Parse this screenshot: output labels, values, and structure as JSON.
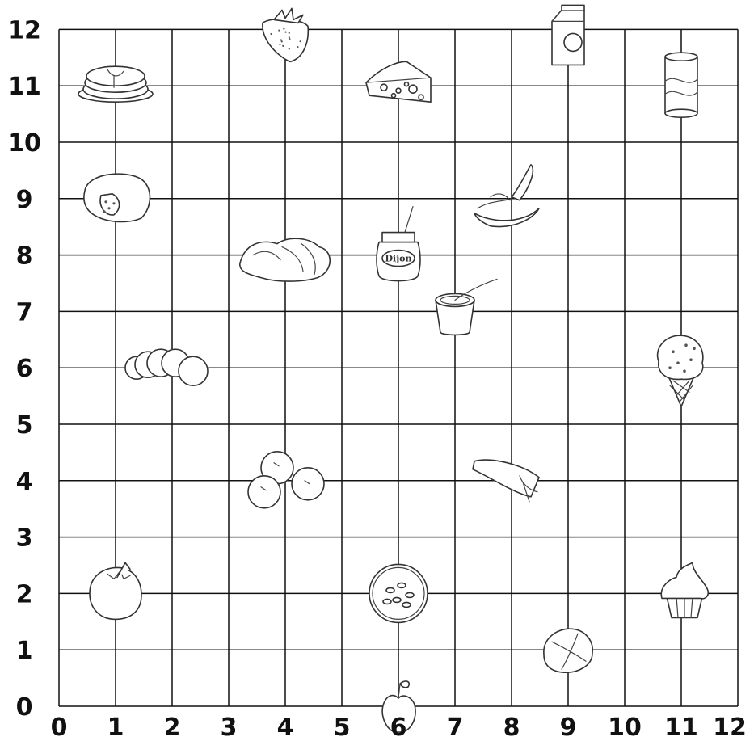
{
  "grid": {
    "x_ticks": [
      "0",
      "1",
      "2",
      "3",
      "4",
      "5",
      "6",
      "7",
      "8",
      "9",
      "10",
      "11",
      "12"
    ],
    "y_ticks": [
      "0",
      "1",
      "2",
      "3",
      "4",
      "5",
      "6",
      "7",
      "8",
      "9",
      "10",
      "11",
      "12"
    ],
    "range": [
      0,
      12
    ]
  },
  "items": [
    {
      "id": "strawberry",
      "x": 4,
      "y": 12,
      "icon": "strawberry-icon"
    },
    {
      "id": "orange-juice",
      "x": 9,
      "y": 12,
      "icon": "juice-carton-icon"
    },
    {
      "id": "pancakes",
      "x": 1,
      "y": 11,
      "icon": "pancakes-icon"
    },
    {
      "id": "cheese",
      "x": 6,
      "y": 11,
      "icon": "cheese-wedge-icon"
    },
    {
      "id": "soda-can",
      "x": 11,
      "y": 11,
      "icon": "soda-can-icon"
    },
    {
      "id": "muffin",
      "x": 1,
      "y": 9,
      "icon": "muffin-icon"
    },
    {
      "id": "banana",
      "x": 8,
      "y": 9,
      "icon": "banana-icon"
    },
    {
      "id": "ham",
      "x": 4,
      "y": 8,
      "icon": "ham-slices-icon"
    },
    {
      "id": "dijon",
      "x": 6,
      "y": 8,
      "icon": "mustard-jar-icon",
      "label": "Dijon"
    },
    {
      "id": "yogurt",
      "x": 7,
      "y": 7,
      "icon": "yogurt-cup-icon"
    },
    {
      "id": "mozzarella",
      "x": 2,
      "y": 6,
      "icon": "cheese-slices-icon"
    },
    {
      "id": "ice-cream",
      "x": 11,
      "y": 6,
      "icon": "ice-cream-cone-icon"
    },
    {
      "id": "blueberries",
      "x": 4,
      "y": 4,
      "icon": "blueberries-icon"
    },
    {
      "id": "wrap",
      "x": 8,
      "y": 4,
      "icon": "wrap-icon"
    },
    {
      "id": "tomato",
      "x": 1,
      "y": 2,
      "icon": "tomato-icon"
    },
    {
      "id": "cucumber",
      "x": 6,
      "y": 2,
      "icon": "cucumber-slice-icon"
    },
    {
      "id": "cupcake",
      "x": 11,
      "y": 2,
      "icon": "cupcake-icon"
    },
    {
      "id": "hot-cross-bun",
      "x": 9,
      "y": 1,
      "icon": "hot-cross-bun-icon"
    },
    {
      "id": "apple",
      "x": 6,
      "y": 0,
      "icon": "apple-icon"
    }
  ]
}
